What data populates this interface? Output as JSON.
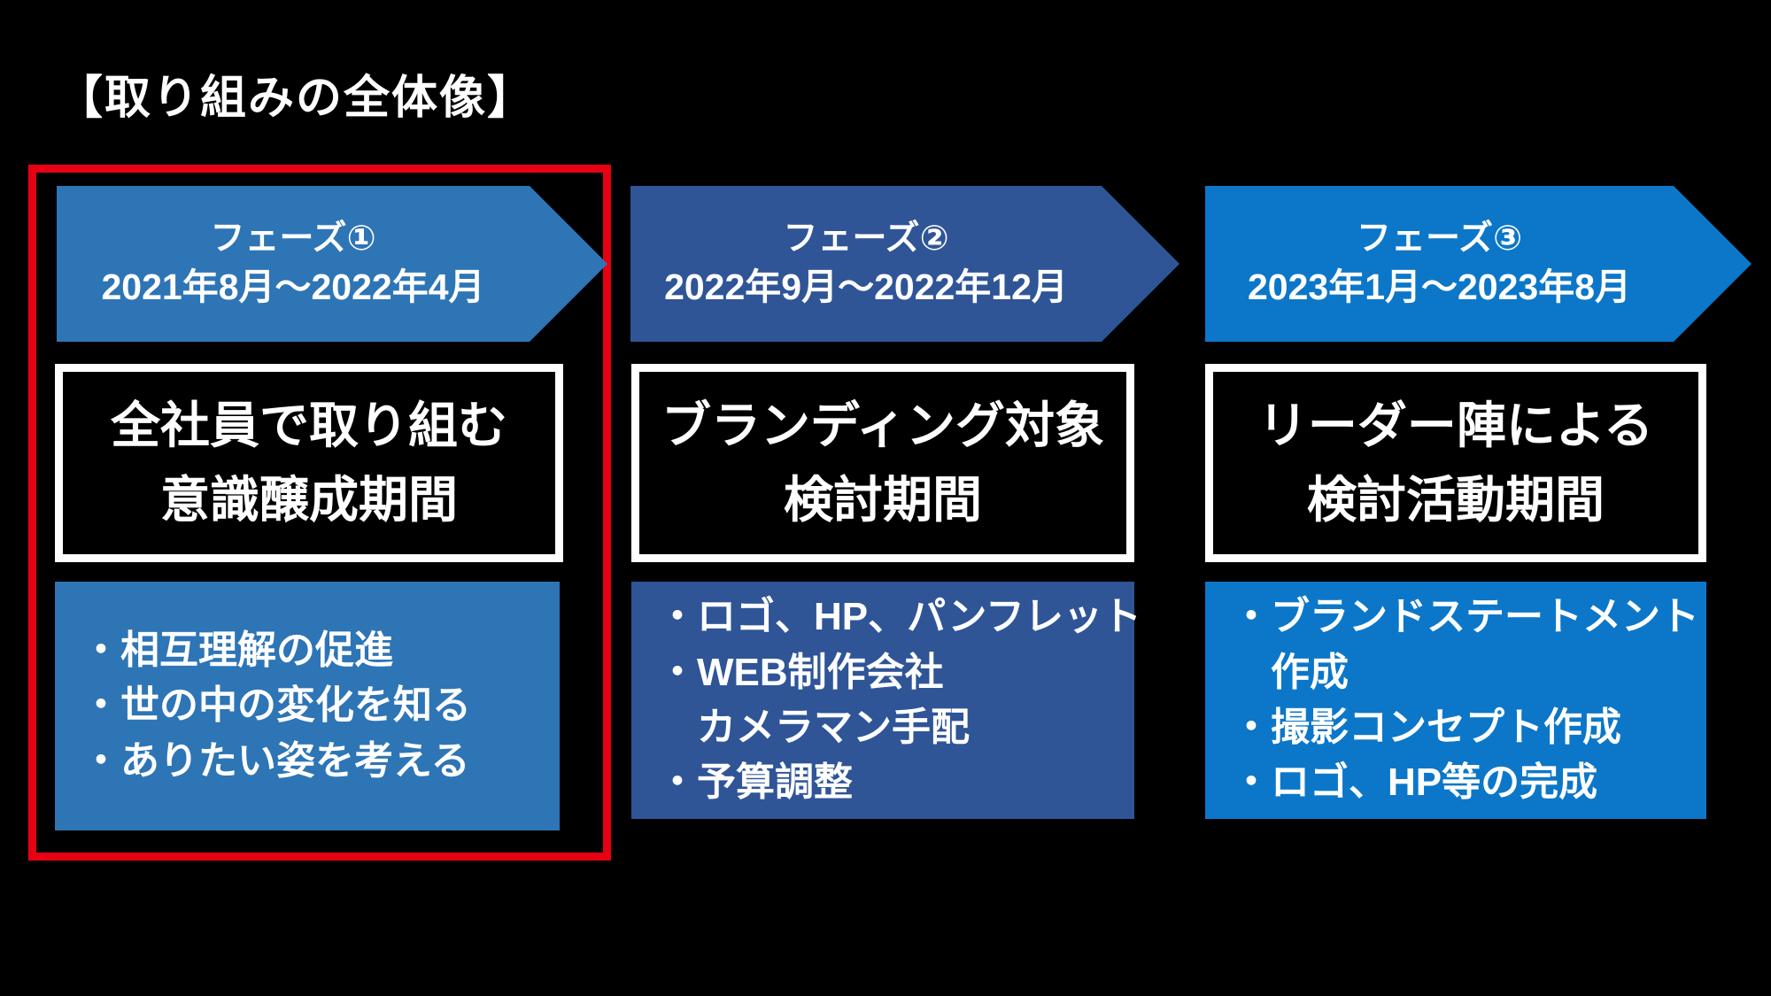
{
  "slide": {
    "title": "【取り組みの全体像】",
    "background_color": "#000000",
    "highlight_border_color": "#e60012",
    "text_color": "#ffffff"
  },
  "phases": [
    {
      "name": "フェーズ①",
      "period": "2021年8月～2022年4月",
      "color": "#2e75b6",
      "highlighted": true,
      "title_line1": "全社員で取り組む",
      "title_line2": "意識醸成期間",
      "details": [
        "・相互理解の促進",
        "・世の中の変化を知る",
        "・ありたい姿を考える"
      ]
    },
    {
      "name": "フェーズ②",
      "period": "2022年9月～2022年12月",
      "color": "#2f5597",
      "highlighted": false,
      "title_line1": "ブランディング対象",
      "title_line2": "検討期間",
      "details": [
        "・ロゴ、HP、パンフレット",
        "・WEB制作会社",
        "　カメラマン手配",
        "・予算調整"
      ]
    },
    {
      "name": "フェーズ③",
      "period": "2023年1月～2023年8月",
      "color": "#0c77c8",
      "highlighted": false,
      "title_line1": "リーダー陣による",
      "title_line2": "検討活動期間",
      "details": [
        "・ブランドステートメント",
        "　作成",
        "・撮影コンセプト作成",
        "・ロゴ、HP等の完成"
      ]
    }
  ]
}
